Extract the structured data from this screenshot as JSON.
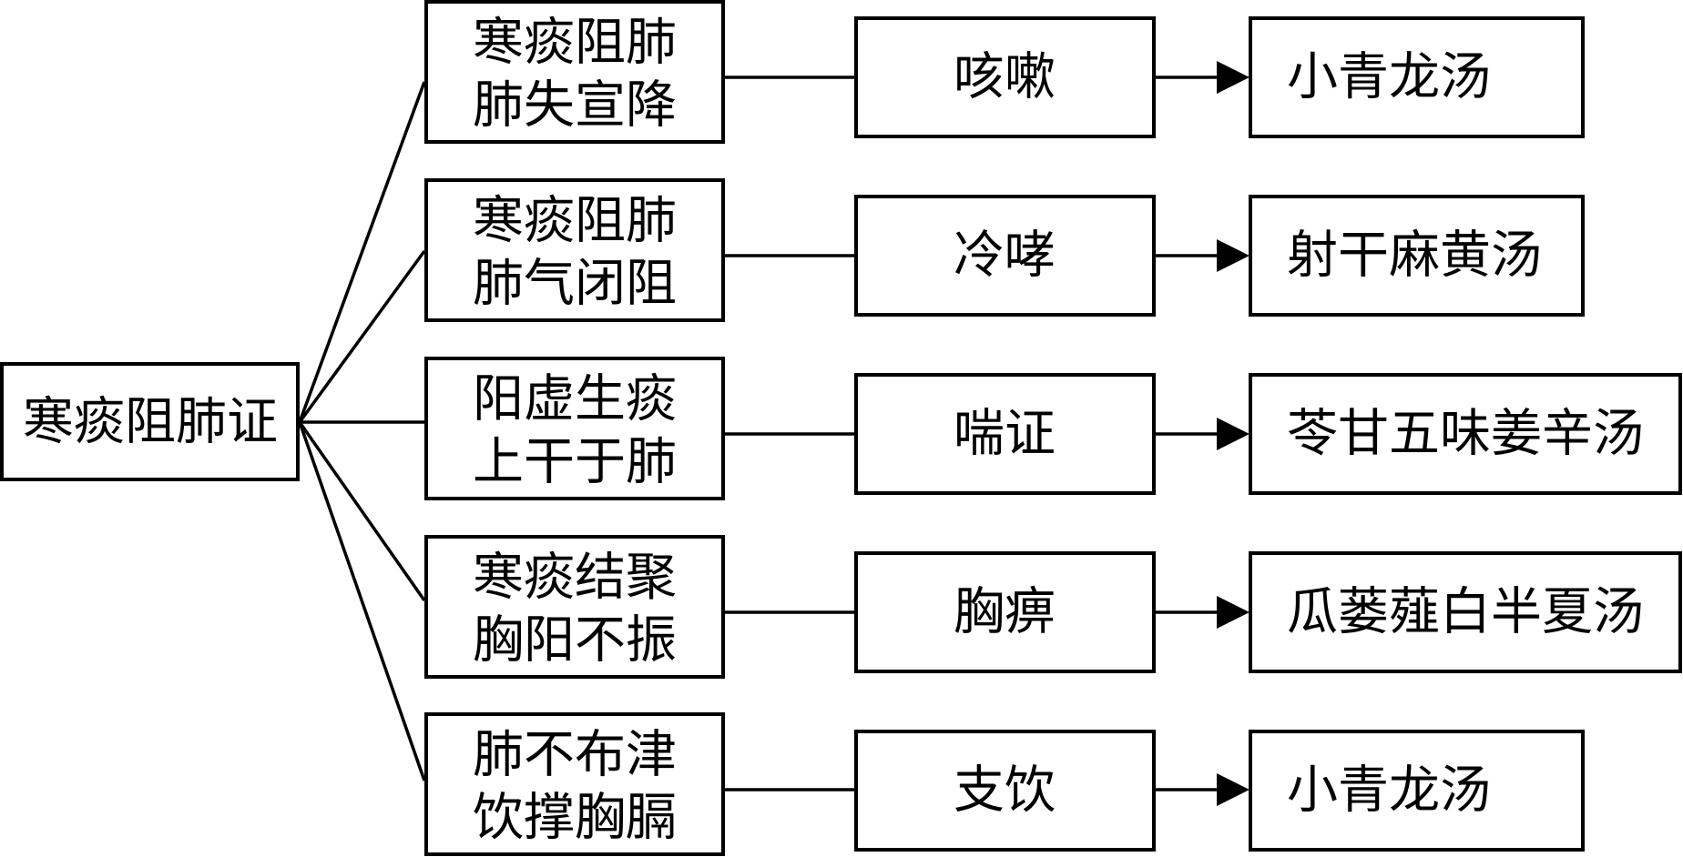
{
  "root": {
    "label": "寒痰阻肺证"
  },
  "rows": [
    {
      "mechanism": [
        "寒痰阻肺",
        "肺失宣降"
      ],
      "disease": "咳嗽",
      "formula": "小青龙汤"
    },
    {
      "mechanism": [
        "寒痰阻肺",
        "肺气闭阻"
      ],
      "disease": "冷哮",
      "formula": "射干麻黄汤"
    },
    {
      "mechanism": [
        "阳虚生痰",
        "上干于肺"
      ],
      "disease": "喘证",
      "formula": "苓甘五味姜辛汤"
    },
    {
      "mechanism": [
        "寒痰结聚",
        "胸阳不振"
      ],
      "disease": "胸痹",
      "formula": "瓜蒌薤白半夏汤"
    },
    {
      "mechanism": [
        "肺不布津",
        "饮撑胸膈"
      ],
      "disease": "支饮",
      "formula": "小青龙汤"
    }
  ]
}
